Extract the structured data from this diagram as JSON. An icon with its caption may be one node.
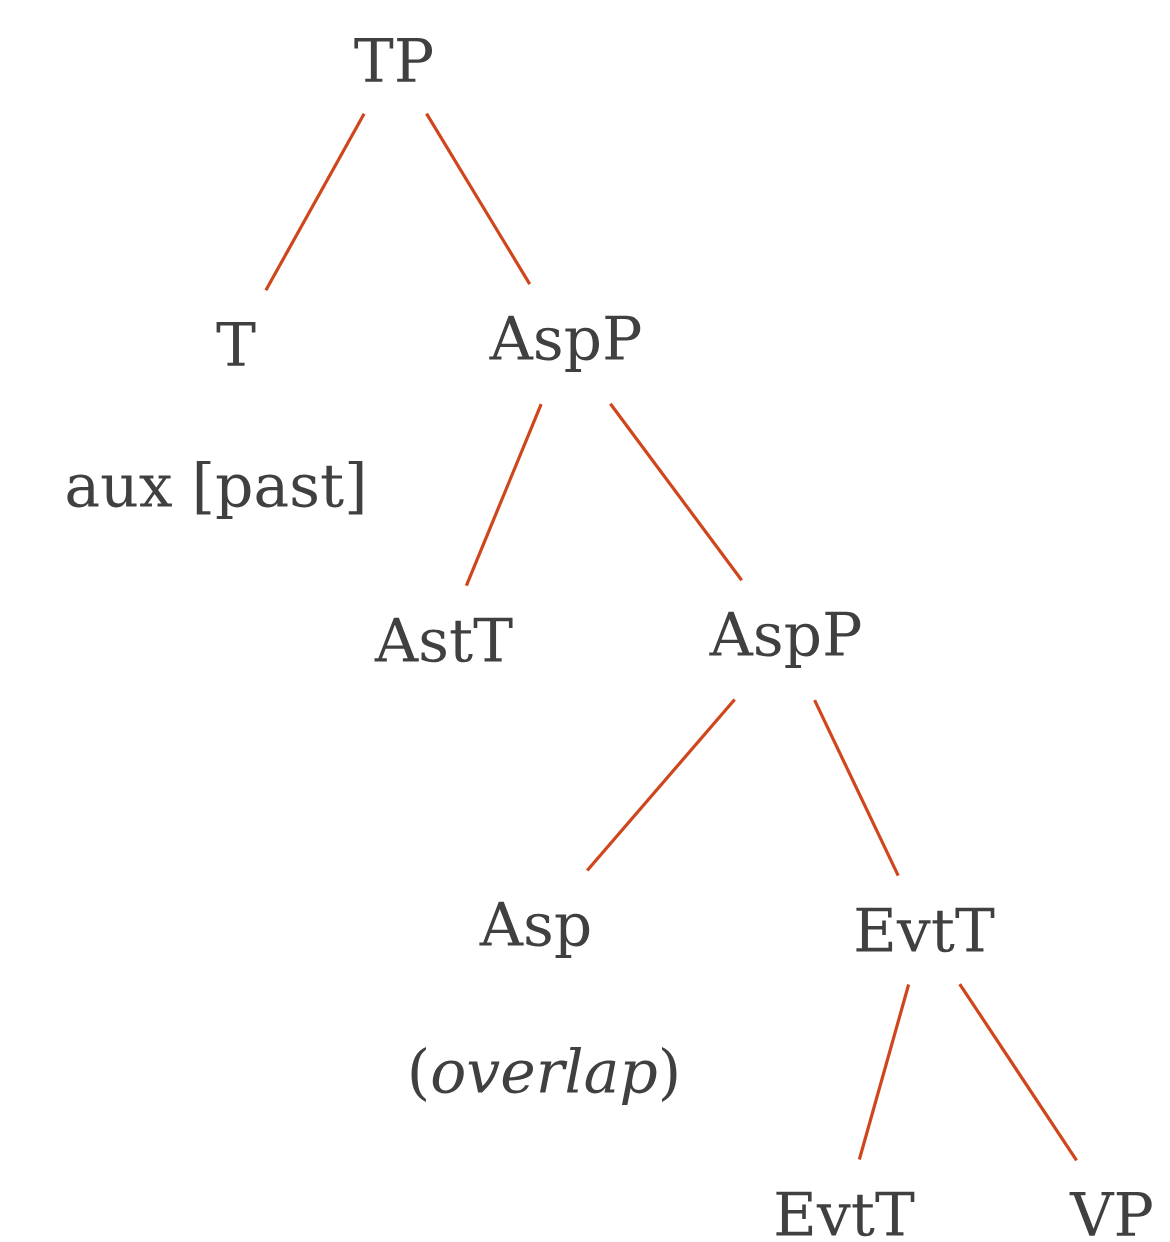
{
  "diagram": {
    "nodes": [
      {
        "text": [
          "TP"
        ]
      },
      {
        "text": [
          "T"
        ],
        "beside": [
          "aux [past]"
        ]
      },
      {
        "text": [
          "AspP"
        ]
      },
      {
        "text": [
          "AstT"
        ]
      },
      {
        "text": [
          "AspP"
        ]
      },
      {
        "text": [
          "Asp"
        ],
        "beside": [
          "(*overlap*)"
        ]
      },
      {
        "text": [
          "EvtT"
        ]
      },
      {
        "text": [
          "EvtT"
        ]
      },
      {
        "text": [
          "VP"
        ]
      }
    ],
    "edges": [
      {
        "from": 0,
        "to": 1,
        "arrow": "none"
      },
      {
        "from": 0,
        "to": 2,
        "arrow": "none"
      },
      {
        "from": 2,
        "to": 3,
        "arrow": "none"
      },
      {
        "from": 2,
        "to": 4,
        "arrow": "none"
      },
      {
        "from": 4,
        "to": 5,
        "arrow": "none"
      },
      {
        "from": 4,
        "to": 6,
        "arrow": "none"
      },
      {
        "from": 6,
        "to": 7,
        "arrow": "none"
      },
      {
        "from": 6,
        "to": 8,
        "arrow": "none"
      }
    ]
  }
}
